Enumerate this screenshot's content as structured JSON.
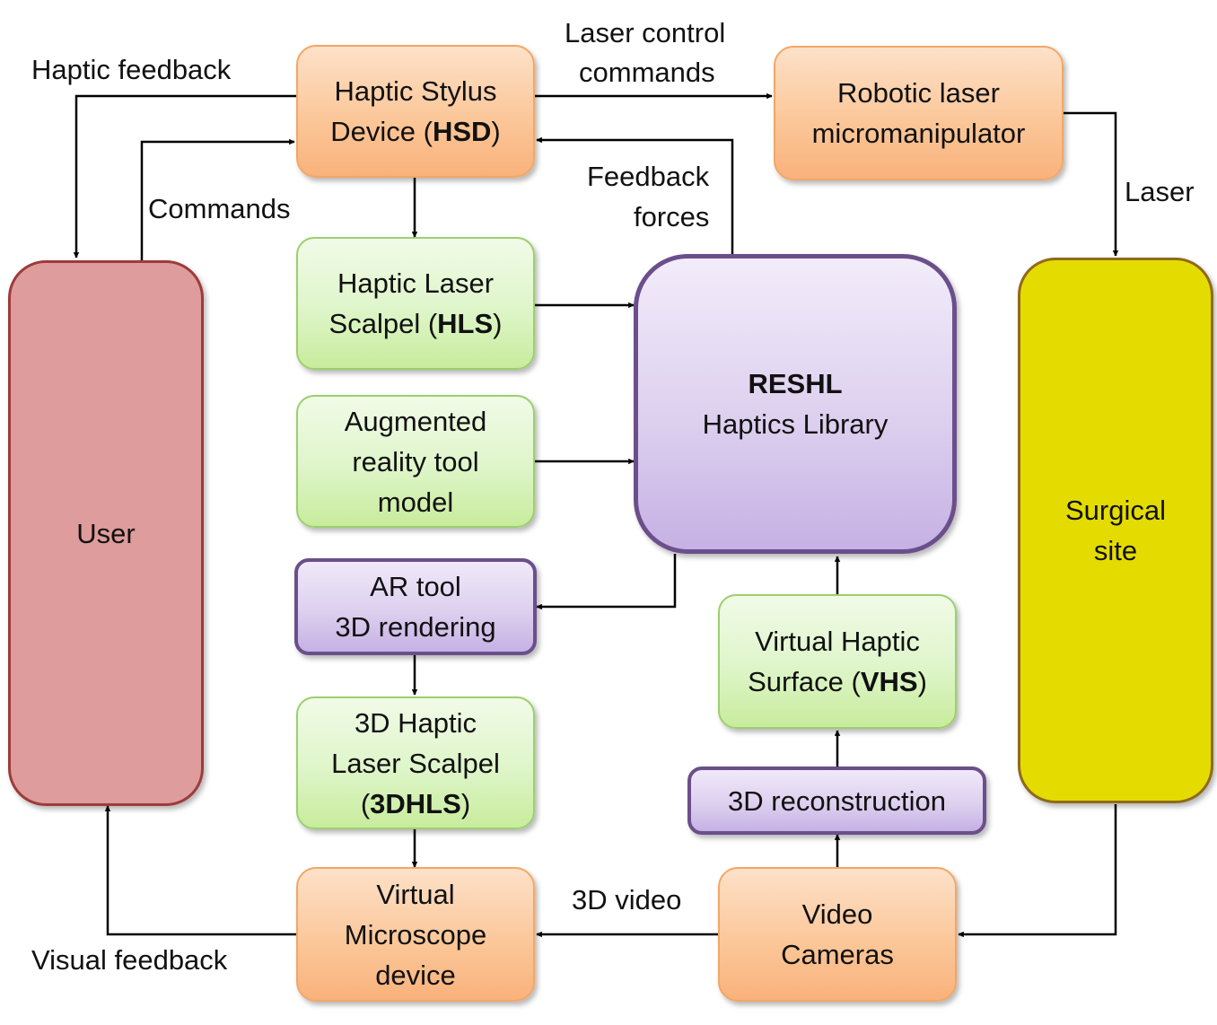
{
  "nodes": {
    "hsd": {
      "line1": "Haptic Stylus",
      "line2_prefix": "Device (",
      "line2_bold": "HSD",
      "line2_suffix": ")"
    },
    "robotic": {
      "line1": "Robotic laser",
      "line2": "micromanipulator"
    },
    "hls": {
      "line1": "Haptic Laser",
      "line2_prefix": "Scalpel (",
      "line2_bold": "HLS",
      "line2_suffix": ")"
    },
    "augmented": {
      "line1": "Augmented",
      "line2": "reality tool",
      "line3": "model"
    },
    "reshl": {
      "title": "RESHL",
      "subtitle": "Haptics Library"
    },
    "ar_render": {
      "line1": "AR tool",
      "line2": "3D rendering"
    },
    "vhs": {
      "line1": "Virtual Haptic",
      "line2_prefix": "Surface (",
      "line2_bold": "VHS",
      "line2_suffix": ")"
    },
    "hls3d": {
      "line1": "3D Haptic",
      "line2": "Laser Scalpel",
      "line3_prefix": "(",
      "line3_bold": "3DHLS",
      "line3_suffix": ")"
    },
    "recon": {
      "line1": "3D reconstruction"
    },
    "microscope": {
      "line1": "Virtual",
      "line2": "Microscope",
      "line3": "device"
    },
    "cameras": {
      "line1": "Video",
      "line2": "Cameras"
    },
    "user": {
      "line1": "User"
    },
    "surgical": {
      "line1": "Surgical",
      "line2": "site"
    }
  },
  "edge_labels": {
    "haptic_feedback": "Haptic feedback",
    "laser_control_1": "Laser control",
    "laser_control_2": "commands",
    "commands": "Commands",
    "feedback_forces_1": "Feedback",
    "feedback_forces_2": "forces",
    "laser": "Laser",
    "video_3d": "3D video",
    "visual_feedback": "Visual feedback"
  },
  "colors": {
    "orange_border": "#f2a766",
    "green_border": "#9ccf6e",
    "purple_border": "#6b4f8b",
    "user_fill": "#de9c9c",
    "surgical_fill": "#e4dc00",
    "arrow": "#000000"
  }
}
